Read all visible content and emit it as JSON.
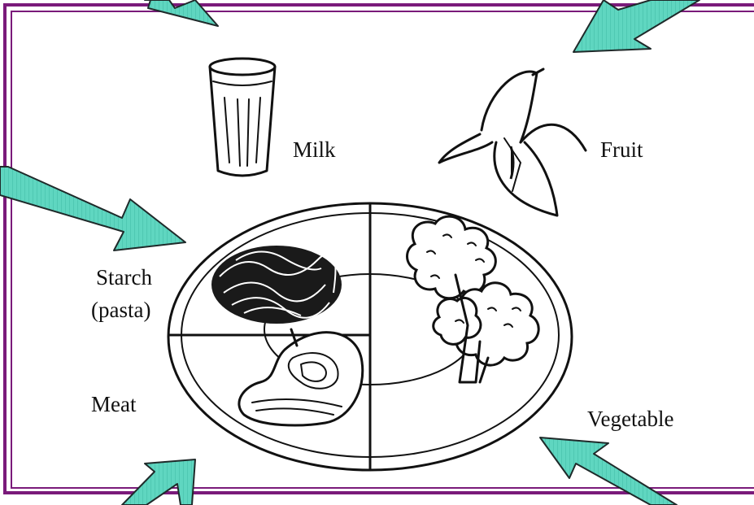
{
  "labels": {
    "milk": "Milk",
    "fruit": "Fruit",
    "starch_line1": "Starch",
    "starch_line2": "(pasta)",
    "meat": "Meat",
    "vegetable": "Vegetable"
  },
  "colors": {
    "frame": "#7a1a7a",
    "arrow": "#5fd6c0",
    "ink": "#111111"
  },
  "icons": [
    "glass-of-milk-icon",
    "banana-icon",
    "pasta-icon",
    "steak-icon",
    "broccoli-icon",
    "plate-icon",
    "arrow-icon"
  ]
}
